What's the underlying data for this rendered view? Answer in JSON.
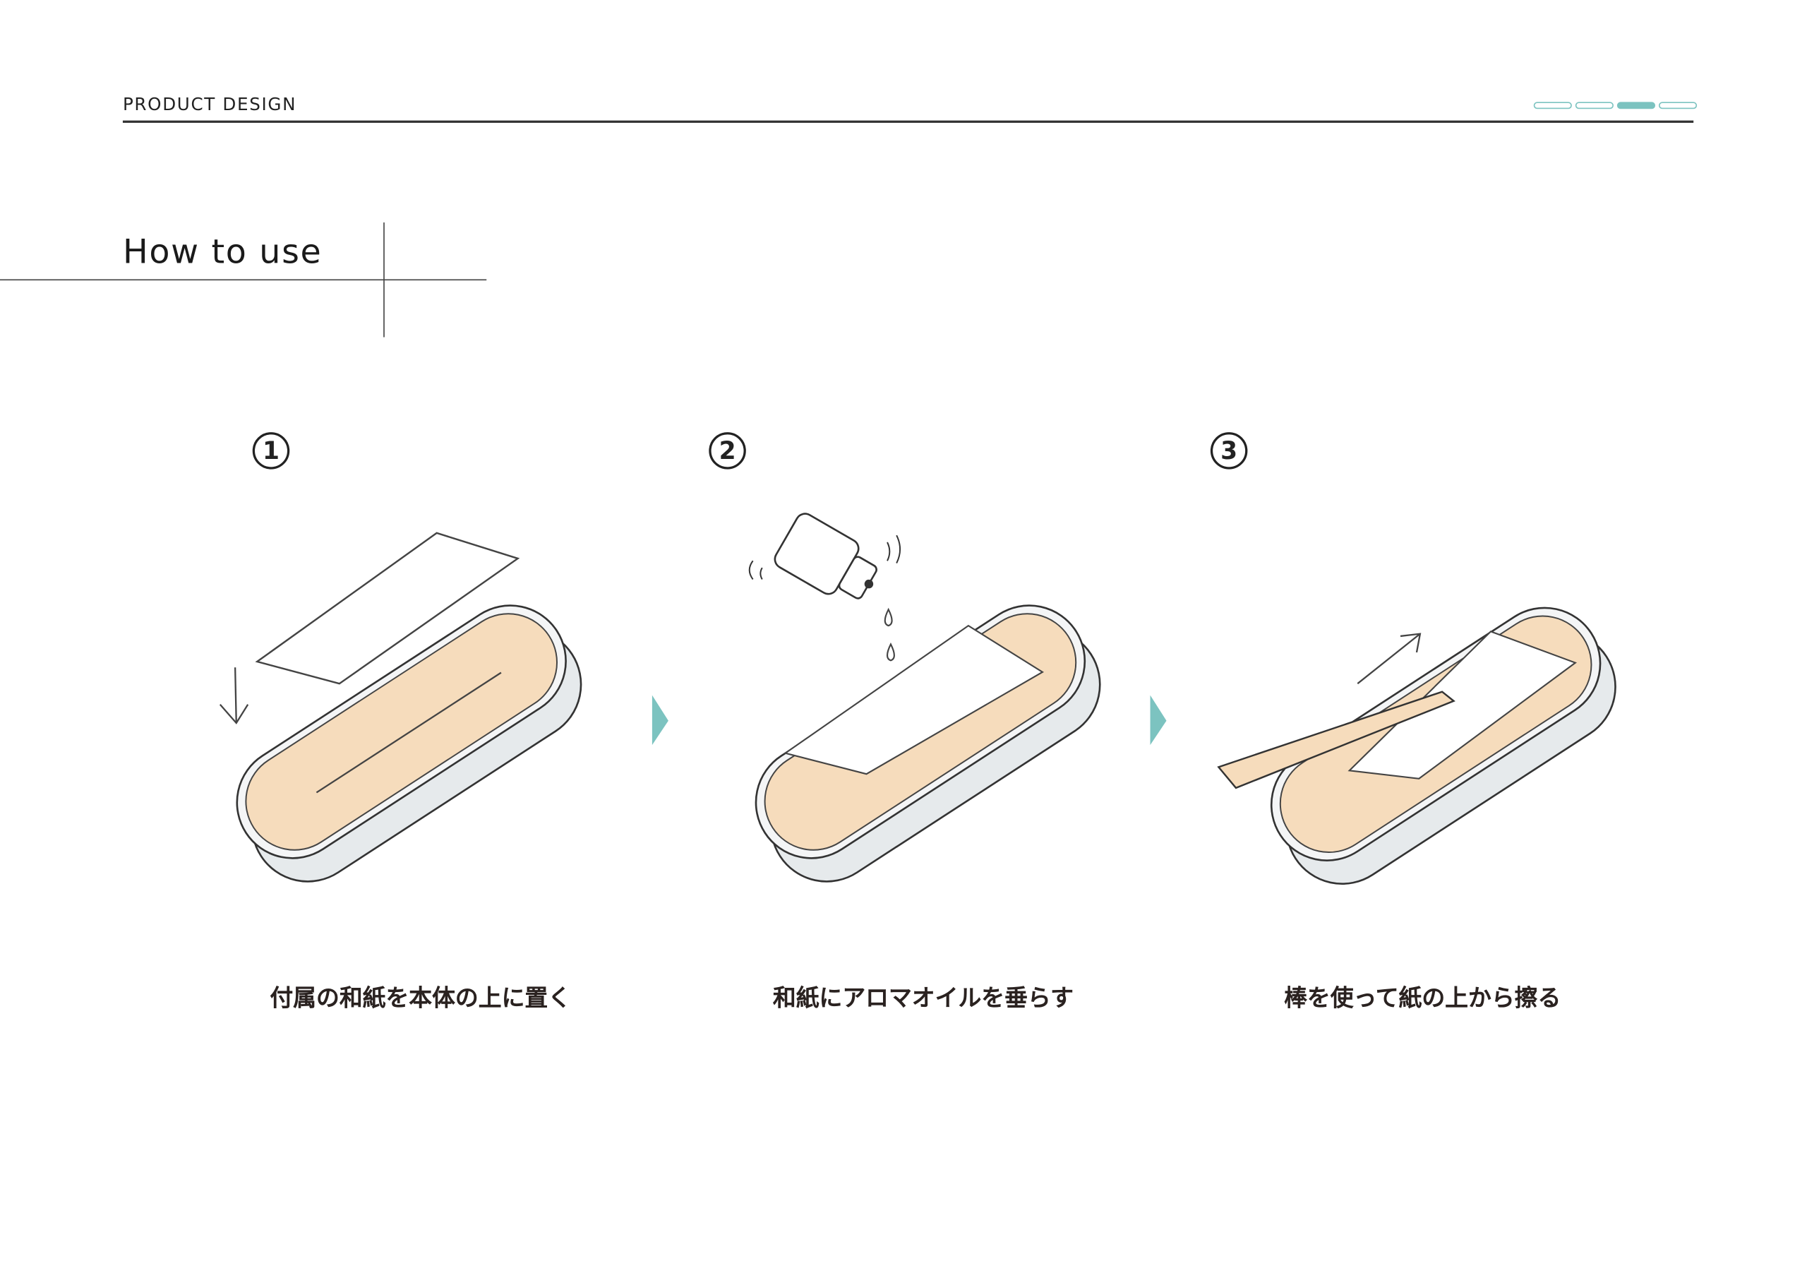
{
  "header": {
    "section_label": "PRODUCT DESIGN",
    "page_indicator": {
      "total": 4,
      "current": 3
    }
  },
  "page_title": "How to use",
  "colors": {
    "accent": "#7cc3c0",
    "paper": "#f6dcbc",
    "tray": "#e8ecee"
  },
  "steps": [
    {
      "number": "1",
      "caption": "付属の和紙を本体の上に置く"
    },
    {
      "number": "2",
      "caption": "和紙にアロマオイルを垂らす"
    },
    {
      "number": "3",
      "caption": "棒を使って紙の上から擦る"
    }
  ]
}
